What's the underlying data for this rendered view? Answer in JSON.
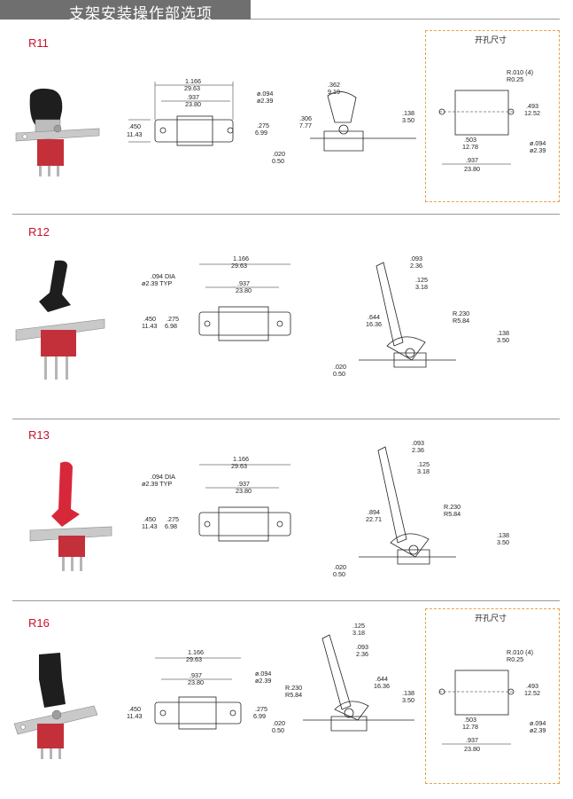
{
  "header": {
    "title": "支架安装操作部选项"
  },
  "cutout_title": "开孔尺寸",
  "sections": [
    {
      "id": "R11",
      "label": "R11",
      "label_color": "#c8102e",
      "front": {
        "overall_in": "1.166",
        "overall_mm": "29.63",
        "center_in": ".937",
        "center_mm": "23.80",
        "hole_in": "ø.094",
        "hole_mm": "ø2.39",
        "height_in": ".450",
        "height_mm": "11.43",
        "right_in": ".275",
        "right_mm": "6.99",
        "plate_in": ".020",
        "plate_mm": "0.50"
      },
      "side": {
        "a_in": ".362",
        "a_mm": "9.19",
        "b_in": ".306",
        "b_mm": "7.77",
        "c_in": ".138",
        "c_mm": "3.50"
      },
      "cutout": {
        "radius_in": "R.010 (4)",
        "radius_mm": "R0.25",
        "h_in": ".493",
        "h_mm": "12.52",
        "half_in": ".503",
        "half_mm": "12.78",
        "hole_in": "ø.094",
        "hole_mm": "ø2.39",
        "span_in": ".937",
        "span_mm": "23.80"
      }
    },
    {
      "id": "R12",
      "label": "R12",
      "label_color": "#c8102e",
      "front": {
        "overall_in": "1.166",
        "overall_mm": "29.63",
        "center_in": ".937",
        "center_mm": "23.80",
        "hole_in": ".094 DIA",
        "hole_mm": "ø2.39 TYP",
        "height_in": ".450",
        "height_mm": "11.43",
        "left_in": ".275",
        "left_mm": "6.98"
      },
      "side": {
        "a_in": ".093",
        "a_mm": "2.36",
        "b_in": ".125",
        "b_mm": "3.18",
        "len_in": ".644",
        "len_mm": "16.36",
        "r_in": "R.230",
        "r_mm": "R5.84",
        "c_in": ".138",
        "c_mm": "3.50",
        "plate_in": ".020",
        "plate_mm": "0.50"
      }
    },
    {
      "id": "R13",
      "label": "R13",
      "label_color": "#c8102e",
      "front": {
        "overall_in": "1.166",
        "overall_mm": "29.63",
        "center_in": ".937",
        "center_mm": "23.80",
        "hole_in": ".094 DIA",
        "hole_mm": "ø2.39 TYP",
        "height_in": ".450",
        "height_mm": "11.43",
        "left_in": ".275",
        "left_mm": "6.98"
      },
      "side": {
        "a_in": ".093",
        "a_mm": "2.36",
        "b_in": ".125",
        "b_mm": "3.18",
        "len_in": ".894",
        "len_mm": "22.71",
        "r_in": "R.230",
        "r_mm": "R5.84",
        "c_in": ".138",
        "c_mm": "3.50",
        "plate_in": ".020",
        "plate_mm": "0.50"
      }
    },
    {
      "id": "R16",
      "label": "R16",
      "label_color": "#c8102e",
      "front": {
        "overall_in": "1.166",
        "overall_mm": "29.63",
        "center_in": ".937",
        "center_mm": "23.80",
        "hole_in": "ø.094",
        "hole_mm": "ø2.39",
        "height_in": ".450",
        "height_mm": "11.43",
        "right_in": ".275",
        "right_mm": "6.99",
        "plate_in": ".020",
        "plate_mm": "0.50"
      },
      "side": {
        "a_in": ".125",
        "a_mm": "3.18",
        "b_in": ".093",
        "b_mm": "2.36",
        "len_in": ".644",
        "len_mm": "16.36",
        "r_in": "R.230",
        "r_mm": "R5.84",
        "c_in": ".138",
        "c_mm": "3.50"
      },
      "cutout": {
        "radius_in": "R.010 (4)",
        "radius_mm": "R0.25",
        "h_in": ".493",
        "h_mm": "12.52",
        "half_in": ".503",
        "half_mm": "12.78",
        "hole_in": "ø.094",
        "hole_mm": "ø2.39",
        "span_in": ".937",
        "span_mm": "23.80"
      }
    }
  ]
}
